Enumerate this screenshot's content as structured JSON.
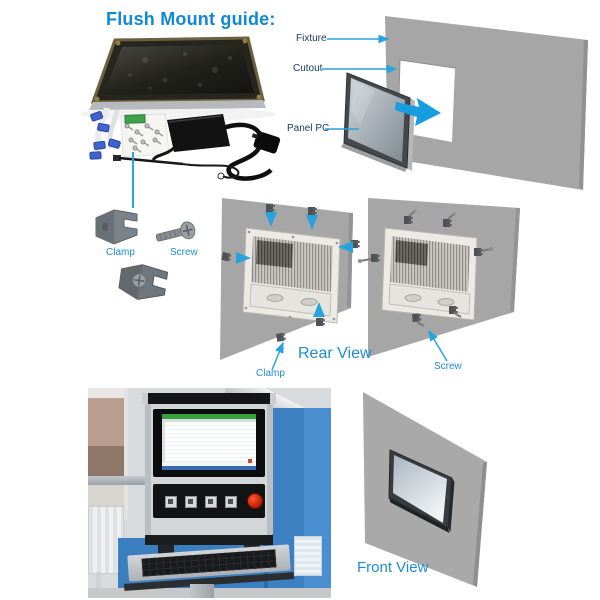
{
  "title": "Flush Mount guide:",
  "exploded_diagram": {
    "fixture_label": "Fixture",
    "cutout_label": "Cutout",
    "panel_pc_label": "Panel PC"
  },
  "hardware": {
    "clamp_label": "Clamp",
    "screw_label": "Screw"
  },
  "rear_view": {
    "caption": "Rear View",
    "clamp_label": "Clamp",
    "screw_label": "Screw"
  },
  "front_view": {
    "caption": "Front View"
  },
  "colors": {
    "title_blue": "#1088d6",
    "label_blue": "#1d8cd6",
    "label_navy": "#17375e",
    "arrow_blue": "#29a3dc",
    "insert_arrow_blue": "#189ce0",
    "panel_gray": "#a6a6a6"
  }
}
